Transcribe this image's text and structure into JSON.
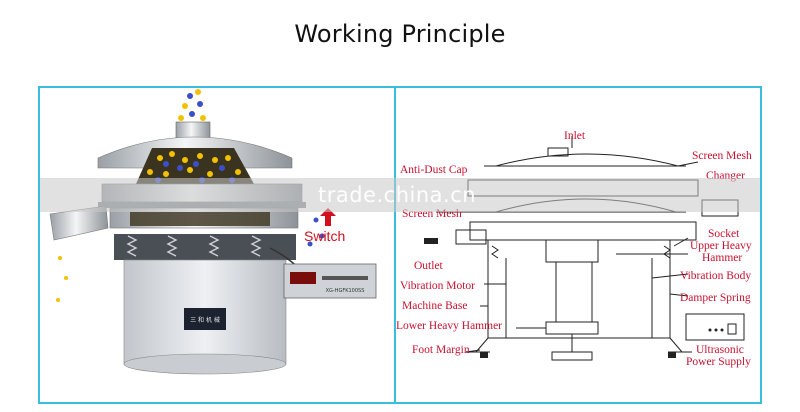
{
  "title": "Working Principle",
  "watermark": "trade.china.cn",
  "left_panel": {
    "switch_label": "Switch",
    "plate_text": "三 和 机 械",
    "controller_text": "XG-HGFK100SS"
  },
  "labels": {
    "inlet": "Inlet",
    "screen_mesh_changer_1": "Screen Mesh",
    "screen_mesh_changer_2": "Changer",
    "anti_dust_cap": "Anti-Dust Cap",
    "screen_mesh": "Screen Mesh",
    "socket": "Socket",
    "upper_heavy_hammer_1": "Upper Heavy",
    "upper_heavy_hammer_2": "Hammer",
    "outlet": "Outlet",
    "vibration_body": "Vibration Body",
    "vibration_motor": "Vibration Motor",
    "damper_spring": "Damper Spring",
    "machine_base": "Machine Base",
    "lower_heavy_hammer": "Lower Heavy Hammer",
    "foot_margin": "Foot Margin",
    "ultrasonic_1": "Ultrasonic",
    "ultrasonic_2": "Power Supply"
  },
  "colors": {
    "frame": "#38bfe0",
    "label_text": "#c8102e",
    "particles_blue": "#3a4fc8",
    "particles_yellow": "#f2c200"
  }
}
